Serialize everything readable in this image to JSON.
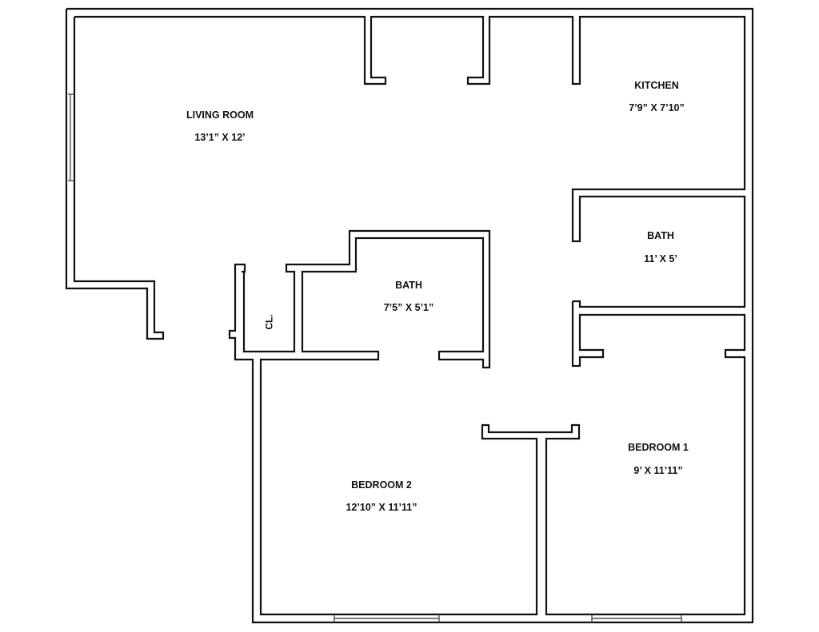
{
  "floor_plan": {
    "rooms": [
      {
        "id": "living-room",
        "name": "LIVING ROOM",
        "dimensions": "13’1” X 12’"
      },
      {
        "id": "kitchen",
        "name": "KITCHEN",
        "dimensions": "7’9” X 7’10”"
      },
      {
        "id": "bath-hall",
        "name": "BATH",
        "dimensions": "11’ X 5’"
      },
      {
        "id": "bath-center",
        "name": "BATH",
        "dimensions": "7’5” X 5’1”"
      },
      {
        "id": "closet",
        "name": "CL."
      },
      {
        "id": "bedroom-1",
        "name": "BEDROOM 1",
        "dimensions": "9’ X 11’11”"
      },
      {
        "id": "bedroom-2",
        "name": "BEDROOM 2",
        "dimensions": "12’10” X 11’11”"
      }
    ],
    "colors": {
      "wall": "#111111",
      "background": "#ffffff"
    }
  }
}
